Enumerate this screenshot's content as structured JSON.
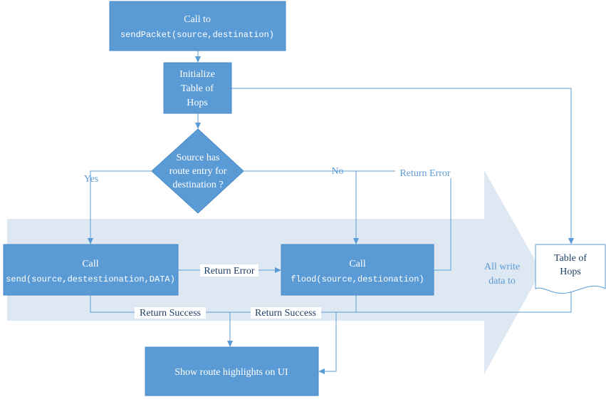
{
  "nodes": {
    "call_send_packet": {
      "line1": "Call to",
      "line2": "sendPacket(source,destination)"
    },
    "init_table": {
      "line1": "Initialize",
      "line2": "Table of",
      "line3": "Hops"
    },
    "decision": {
      "line1": "Source has",
      "line2": "route entry for",
      "line3": "destination ?"
    },
    "call_send": {
      "line1": "Call",
      "line2": "send(source,destestionation,DATA)"
    },
    "call_flood": {
      "line1": "Call",
      "line2": "flood(source,destionation)"
    },
    "show_route": {
      "line1": "Show route highlights on UI"
    },
    "table_doc": {
      "line1": "Table of",
      "line2": "Hops"
    }
  },
  "labels": {
    "yes": "Yes",
    "no": "No",
    "return_error_top": "Return Error",
    "return_error_mid": "Return Error",
    "return_success_left": "Return Success",
    "return_success_right": "Return Success",
    "arrow_text_1": "All write",
    "arrow_text_2": "data to"
  },
  "colors": {
    "box_fill": "#5b9bd5",
    "box_stroke": "#4a8ac7",
    "line": "#5b9bd5",
    "big_arrow": "#dde8f3",
    "doc_stroke": "#5b9bd5"
  }
}
